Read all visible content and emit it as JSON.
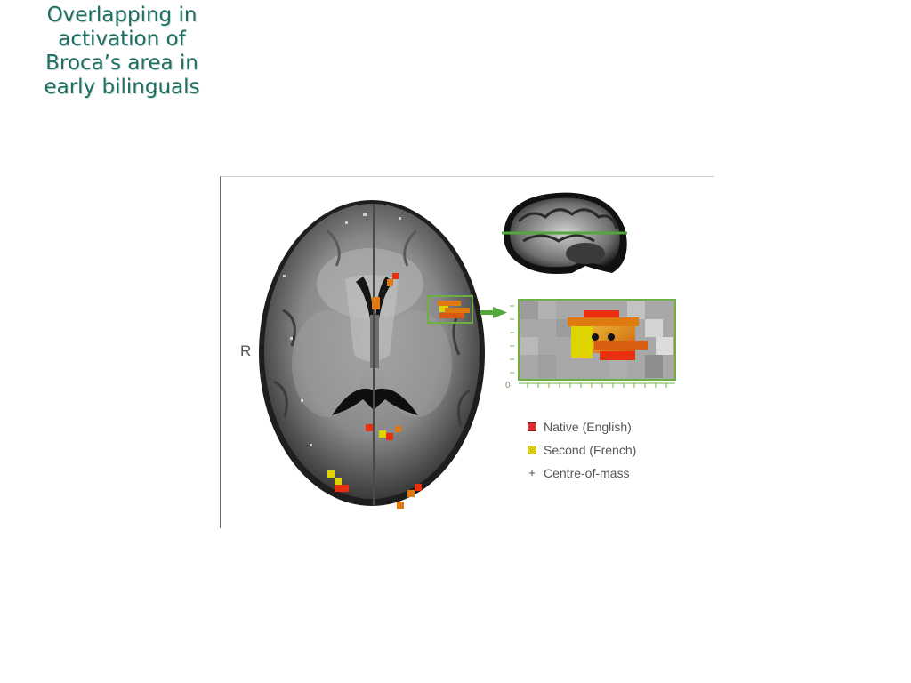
{
  "slide": {
    "title_lines": [
      "Overlapping in",
      "activation of",
      "Broca’s area in",
      "early bilinguals"
    ]
  },
  "figure": {
    "side_label": "R",
    "inset_axis_label": "0",
    "legend": [
      {
        "label": "Native (English)",
        "color": "#d43030"
      },
      {
        "label": "Second (French)",
        "color": "#d8cc10"
      },
      {
        "label": "Centre-of-mass",
        "glyph": "+"
      }
    ],
    "colors": {
      "title": "#1f6e62",
      "inset_frame": "#6cb043",
      "slice_line": "#52a83a",
      "activation_orange": "#e07a10",
      "activation_red": "#e83010",
      "activation_yellow": "#e0d400"
    }
  }
}
